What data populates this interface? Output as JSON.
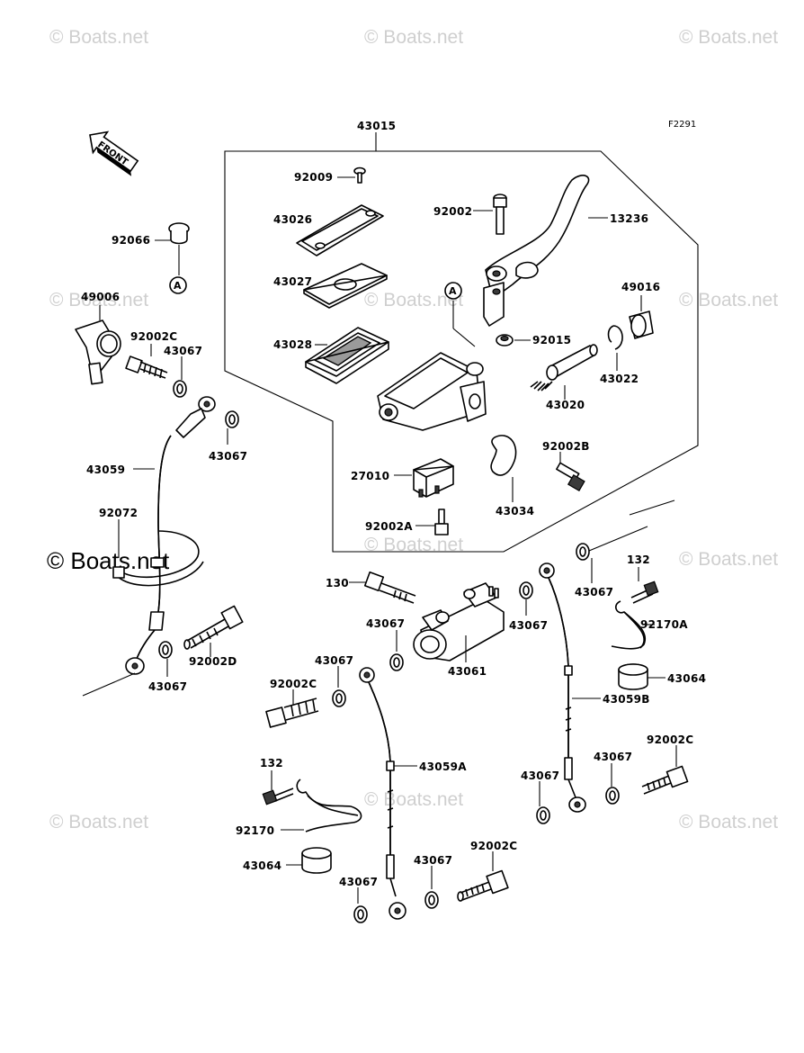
{
  "figure_code": "F2291",
  "front_label": "FRONT",
  "callout_letter": "A",
  "watermarks": [
    "© Boats.net",
    "© Boats.net",
    "© Boats.net",
    "© Boats.net",
    "© Boats.net",
    "© Boats.net",
    "© Boats.net",
    "© Boats.net",
    "© Boats.net",
    "© Boats.net",
    "© Boats.net",
    "© Boats.net"
  ],
  "watermark_big": "© Boats.net",
  "parts": {
    "p43015": "43015",
    "p92009": "92009",
    "p92002": "92002",
    "p13236": "13236",
    "p43026": "43026",
    "p43027": "43027",
    "p43028": "43028",
    "p49016": "49016",
    "p92015": "92015",
    "p43022": "43022",
    "p43020": "43020",
    "p92002B": "92002B",
    "p27010": "27010",
    "p43034": "43034",
    "p92002A": "92002A",
    "p92066": "92066",
    "p49006": "49006",
    "p92002C_a": "92002C",
    "p43067_a": "43067",
    "p43067_b": "43067",
    "p43059": "43059",
    "p92072": "92072",
    "p92002D": "92002D",
    "p43067_c": "43067",
    "p130": "130",
    "p43067_d": "43067",
    "p43061": "43061",
    "p43067_e": "43067",
    "p43067_f": "43067",
    "p132_a": "132",
    "p92170A": "92170A",
    "p43064_a": "43064",
    "p43059B": "43059B",
    "p43067_g": "43067",
    "p92002C_b": "92002C",
    "p43067_h": "43067",
    "p43067_i": "43067",
    "p92002C_c": "92002C",
    "p43059A": "43059A",
    "p132_b": "132",
    "p92170": "92170",
    "p43064_b": "43064",
    "p43067_j": "43067",
    "p43067_k": "43067",
    "p92002C_d": "92002C"
  }
}
